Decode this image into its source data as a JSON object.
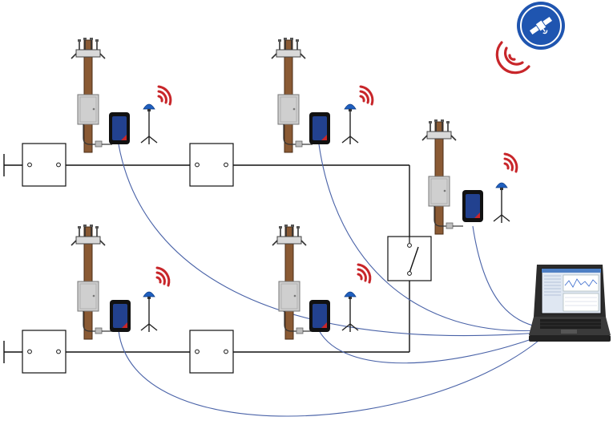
{
  "diagram": {
    "kind": "power-line-monitoring-network",
    "colors": {
      "busbar": "#111111",
      "signal_cable": "#4a63a8",
      "pole_wood": "#8a5a34",
      "cabinet": "#cfcfcf",
      "recorder_body": "#22418f",
      "recorder_frame": "#111111",
      "recorder_mark": "#c8262a",
      "gnss_antenna": "#1f5fbf",
      "radio_waves": "#c8262a",
      "satellite_badge": "#1f55b0"
    },
    "icons": [
      "utility-pole-icon",
      "switch-cabinet-icon",
      "data-recorder-icon",
      "gps-antenna-icon",
      "radio-wave-icon",
      "satellite-icon",
      "laptop-icon",
      "circuit-breaker-icon",
      "disconnect-switch-icon"
    ],
    "stations": [
      {
        "id": "station-top-left"
      },
      {
        "id": "station-top-middle"
      },
      {
        "id": "station-right"
      },
      {
        "id": "station-bottom-left"
      },
      {
        "id": "station-bottom-middle"
      }
    ],
    "breakers": [
      {
        "id": "breaker-top-left"
      },
      {
        "id": "breaker-top-middle"
      },
      {
        "id": "breaker-bottom-left"
      },
      {
        "id": "breaker-bottom-middle"
      }
    ]
  }
}
